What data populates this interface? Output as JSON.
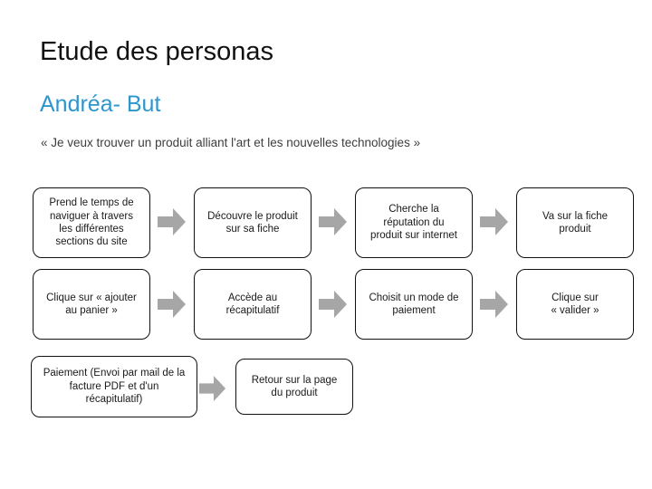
{
  "slide": {
    "title": "Etude des personas",
    "subtitle": "Andréa- But",
    "quote": "« Je veux trouver un produit alliant l'art et les nouvelles technologies »"
  },
  "flow": {
    "rows": [
      {
        "steps": [
          {
            "label": "Prend le temps de naviguer à travers les différentes sections du site"
          },
          {
            "label": "Découvre le produit sur sa fiche"
          },
          {
            "label": "Cherche la réputation du produit sur internet"
          },
          {
            "label": "Va sur la fiche produit"
          }
        ]
      },
      {
        "steps": [
          {
            "label": "Clique sur « ajouter au panier »"
          },
          {
            "label": "Accède au récapitulatif"
          },
          {
            "label": "Choisit un mode de paiement"
          },
          {
            "label": "Clique sur « valider »"
          }
        ]
      },
      {
        "steps": [
          {
            "label": "Paiement (Envoi par mail de la facture PDF et d'un récapitulatif)"
          },
          {
            "label": "Retour sur la page du produit"
          }
        ]
      }
    ]
  },
  "icons": {
    "flow_connector": "arrow-right-icon"
  },
  "colors": {
    "background": "#ffffff",
    "subtitle_blue": "#2d96ce",
    "arrow_gray": "#a6a6a6",
    "box_border": "#111111",
    "text": "#1a1a1a"
  }
}
